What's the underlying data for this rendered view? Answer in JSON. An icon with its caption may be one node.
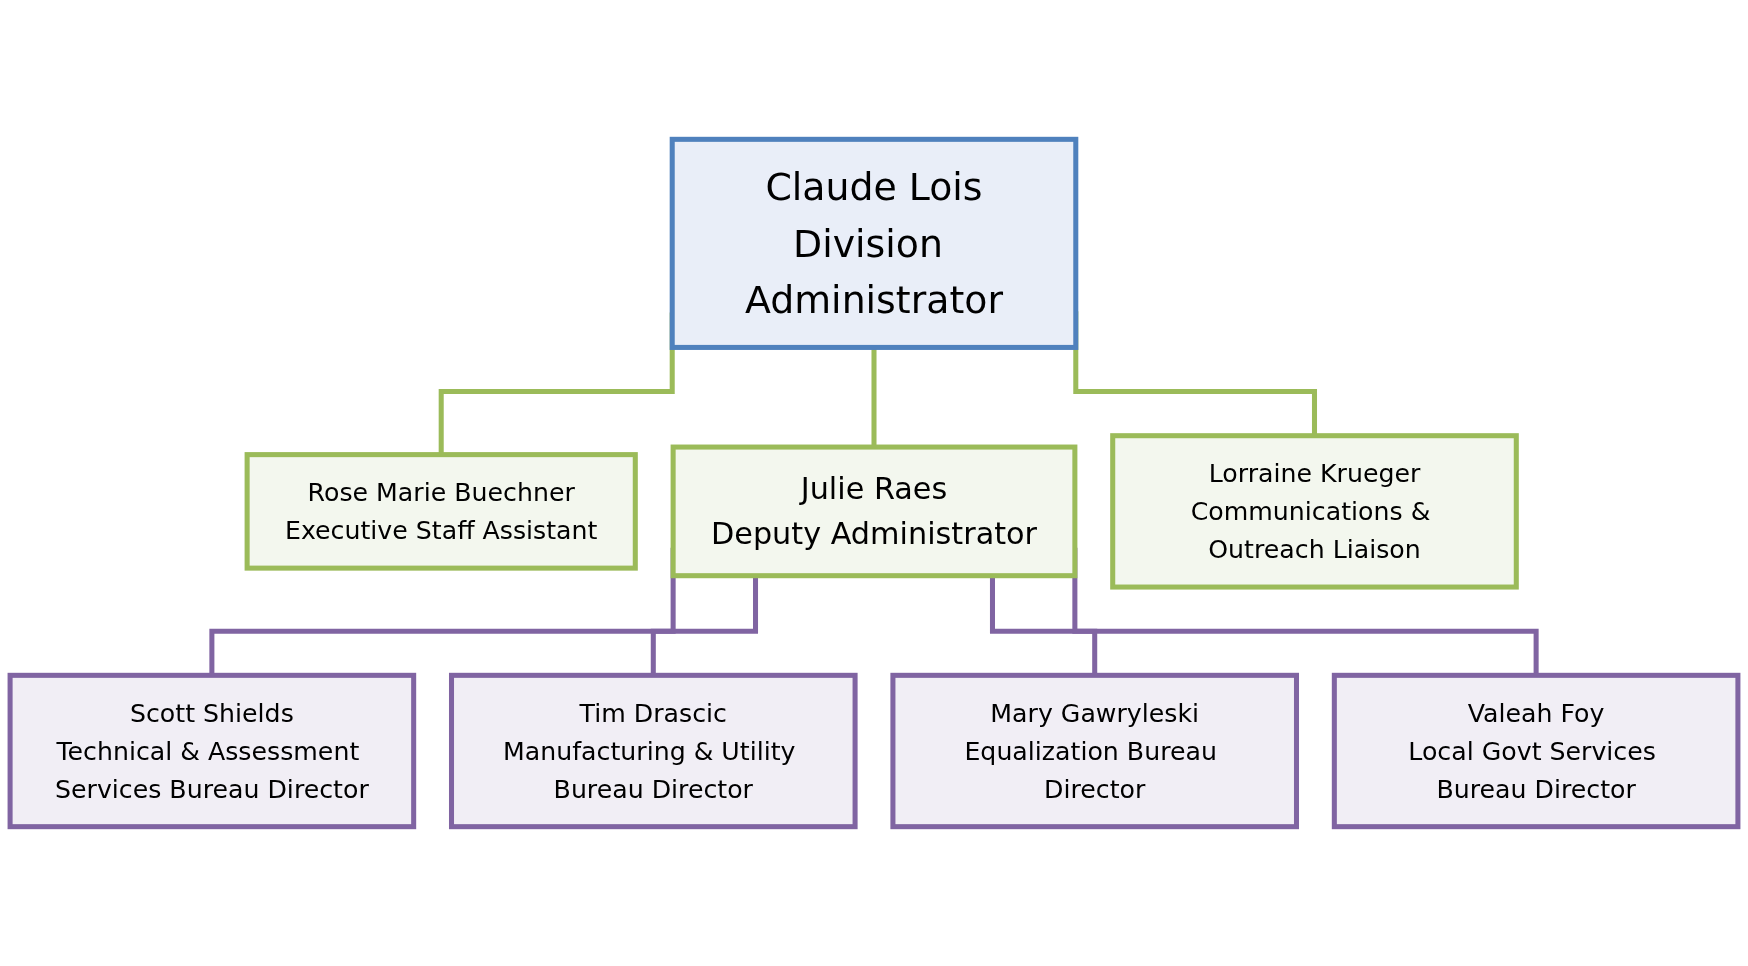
{
  "diagram": {
    "nodes": [
      {
        "text": [
          "Claude Lois",
          "Division Administrator"
        ]
      },
      {
        "text": [
          "Rose Marie Buechner",
          "Executive Staff Assistant"
        ]
      },
      {
        "text": [
          "Julie Raes",
          "Deputy Administrator"
        ]
      },
      {
        "text": [
          "Lorraine Krueger",
          "Communications & Outreach Liaison"
        ]
      },
      {
        "text": [
          "Scott Shields",
          "Technical & Assessment Services Bureau Director"
        ]
      },
      {
        "text": [
          "Tim Drascic",
          "Manufacturing & Utility Bureau Director"
        ]
      },
      {
        "text": [
          "Mary Gawryleski",
          "Equalization Bureau Director"
        ]
      },
      {
        "text": [
          "Valeah Foy",
          "Local Govt Services Bureau Director"
        ]
      }
    ],
    "edges": [
      {
        "from": 0,
        "to": 1,
        "arrow": "none",
        "color": "#9bbb59"
      },
      {
        "from": 0,
        "to": 2,
        "arrow": "none",
        "color": "#9bbb59"
      },
      {
        "from": 0,
        "to": 3,
        "arrow": "none",
        "color": "#9bbb59"
      },
      {
        "from": 2,
        "to": 4,
        "arrow": "none"
      },
      {
        "from": 2,
        "to": 5,
        "arrow": "none"
      },
      {
        "from": 2,
        "to": 6,
        "arrow": "none"
      },
      {
        "from": 2,
        "to": 7,
        "arrow": "none"
      }
    ]
  }
}
